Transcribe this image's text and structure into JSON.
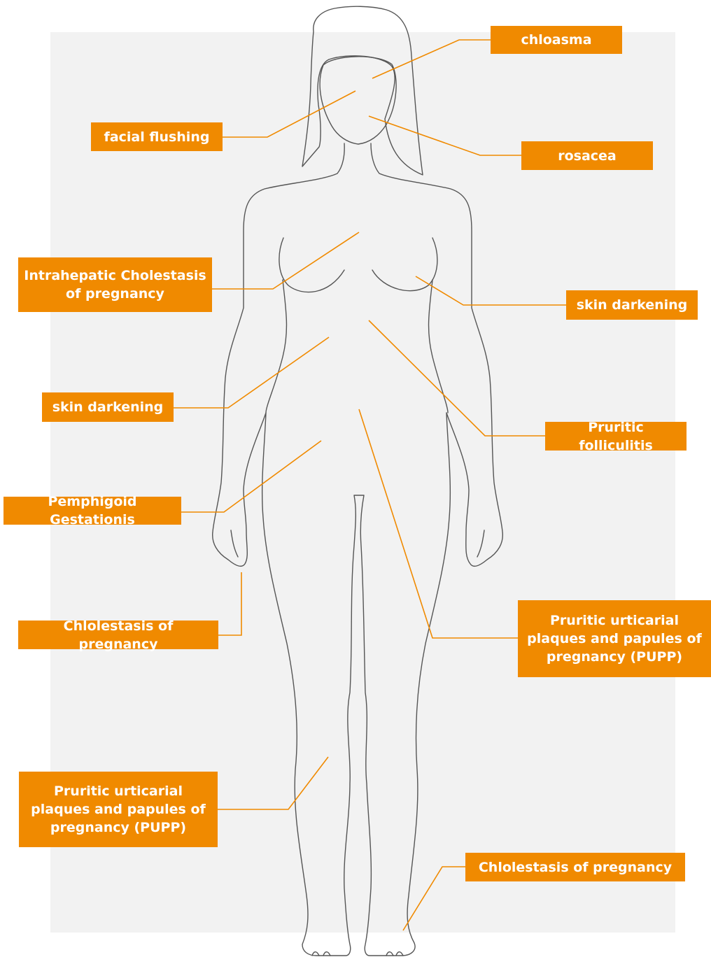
{
  "colors": {
    "label_bg": "#f08a00",
    "line": "#f08a00",
    "backdrop": "#f2f2f2",
    "outline": "#555555"
  },
  "labels": {
    "chloasma": "chloasma",
    "facial_flushing": "facial flushing",
    "rosacea": "rosacea",
    "ich": "Intrahepatic Cholestasis of pregnancy",
    "skin_darkening_right": "skin darkening",
    "skin_darkening_left": "skin darkening",
    "pruritic_folliculitis": "Pruritic folliculitis",
    "pemphigoid": "Pemphigoid Gestationis",
    "chlolestasis_hand": "Chlolestasis of pregnancy",
    "pupp_right": "Pruritic urticarial plaques and papules of pregnancy (PUPP)",
    "pupp_left": "Pruritic urticarial plaques and papules of pregnancy (PUPP)",
    "chlolestasis_foot": "Chlolestasis of pregnancy"
  }
}
